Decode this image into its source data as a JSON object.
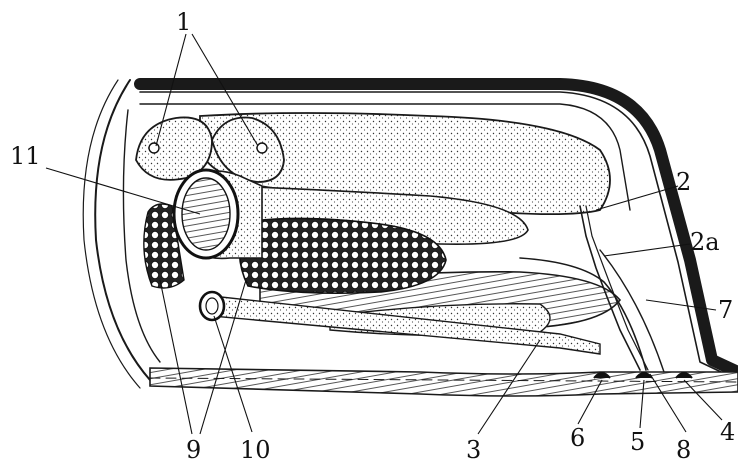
{
  "labels": {
    "l1": "1",
    "l2": "2",
    "l2a": "2a",
    "l3": "3",
    "l4": "4",
    "l5": "5",
    "l6": "6",
    "l7": "7",
    "l8": "8",
    "l9": "9",
    "l10": "10",
    "l11": "11"
  },
  "colors": {
    "ink": "#1a1a1a",
    "paper": "#ffffff",
    "stipple": "#555555"
  }
}
